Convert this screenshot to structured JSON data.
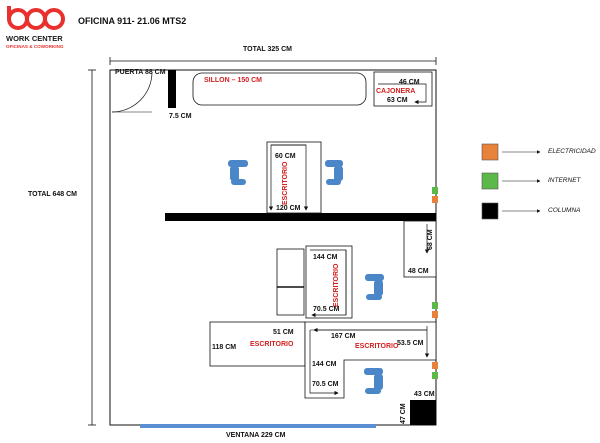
{
  "header": {
    "brand": "WORK CENTER",
    "tagline": "OFICINAS & COWORKING",
    "title": "OFICINA 911- 21.06 MTS2"
  },
  "dimensions": {
    "total_width": "TOTAL 325 CM",
    "total_height": "TOTAL 648 CM",
    "window": "VENTANA 229 CM",
    "door": "PUERTA 88 CM",
    "door_wall": "7.5 CM"
  },
  "furniture": {
    "sofa": "SILLON – 150 CM",
    "cabinet_label": "CAJONERA",
    "cabinet_width": "46 CM",
    "cabinet_depth": "63 CM",
    "desk_label": "ESCRITORIO",
    "desk1_width": "60 CM",
    "desk1_length": "120 CM",
    "panel_height": "68 CM",
    "panel_width": "48 CM",
    "desk2_length": "144 CM",
    "desk2_width": "70.5 CM",
    "desk3_depth": "51 CM",
    "desk3_length": "118 CM",
    "desk4_length": "167 CM",
    "desk4_depth": "53.5 CM",
    "desk5_length": "144 CM",
    "desk5_width": "70.5 CM",
    "column_width": "43 CM",
    "column_height": "47 CM"
  },
  "legend": {
    "items": [
      {
        "label": "ELECTRICIDAD",
        "color": "#e8823a"
      },
      {
        "label": "INTERNET",
        "color": "#5cb848"
      },
      {
        "label": "COLUMNA",
        "color": "#000000"
      }
    ]
  },
  "colors": {
    "window": "#5b8fd4",
    "accent": "#e8312e",
    "chair": "#4a86c8"
  }
}
